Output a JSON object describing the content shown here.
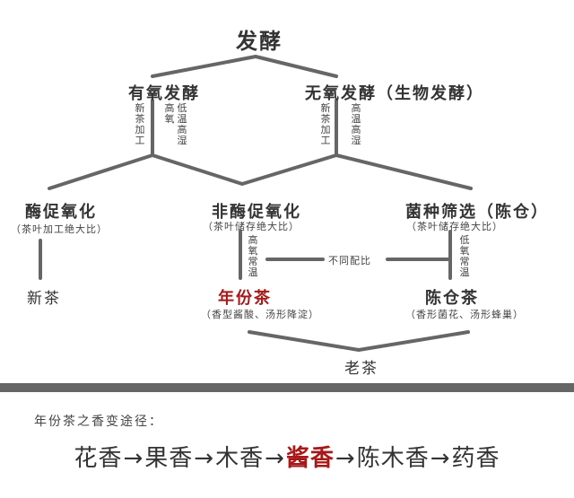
{
  "diagram": {
    "root": "发酵",
    "aerobic": "有氧发酵",
    "anaerobic": "无氧发酵（生物发酵）",
    "aerobic_left_label": "新茶加工",
    "aerobic_right_label1": "高氧",
    "aerobic_right_label2": "低温高湿",
    "anaerobic_label1": "新茶加工",
    "anaerobic_label2": "高温高湿",
    "enzymatic": "酶促氧化",
    "enzymatic_note": "（茶叶加工绝大比）",
    "nonenzymatic": "非酶促氧化",
    "nonenzymatic_note": "（茶叶储存绝大比）",
    "strain": "菌种筛选（陈仓）",
    "strain_note": "（茶叶储存绝大比）",
    "nonenzymatic_label": "高氧常温",
    "strain_label": "低氧常温",
    "ratio_label": "不同配比",
    "new_tea": "新茶",
    "vintage_tea": "年份茶",
    "vintage_note": "（香型酱酸、汤形降淀）",
    "cellar_tea": "陈仓茶",
    "cellar_note": "（香形菌花、汤形蜂巢）",
    "old_tea": "老茶"
  },
  "aroma_path": {
    "title": "年份茶之香变途径：",
    "steps": [
      "花香",
      "果香",
      "木香",
      "酱香",
      "陈木香",
      "药香"
    ],
    "arrow": "→"
  },
  "colors": {
    "highlight": "#a81818",
    "line": "#666666",
    "text": "#333333"
  }
}
